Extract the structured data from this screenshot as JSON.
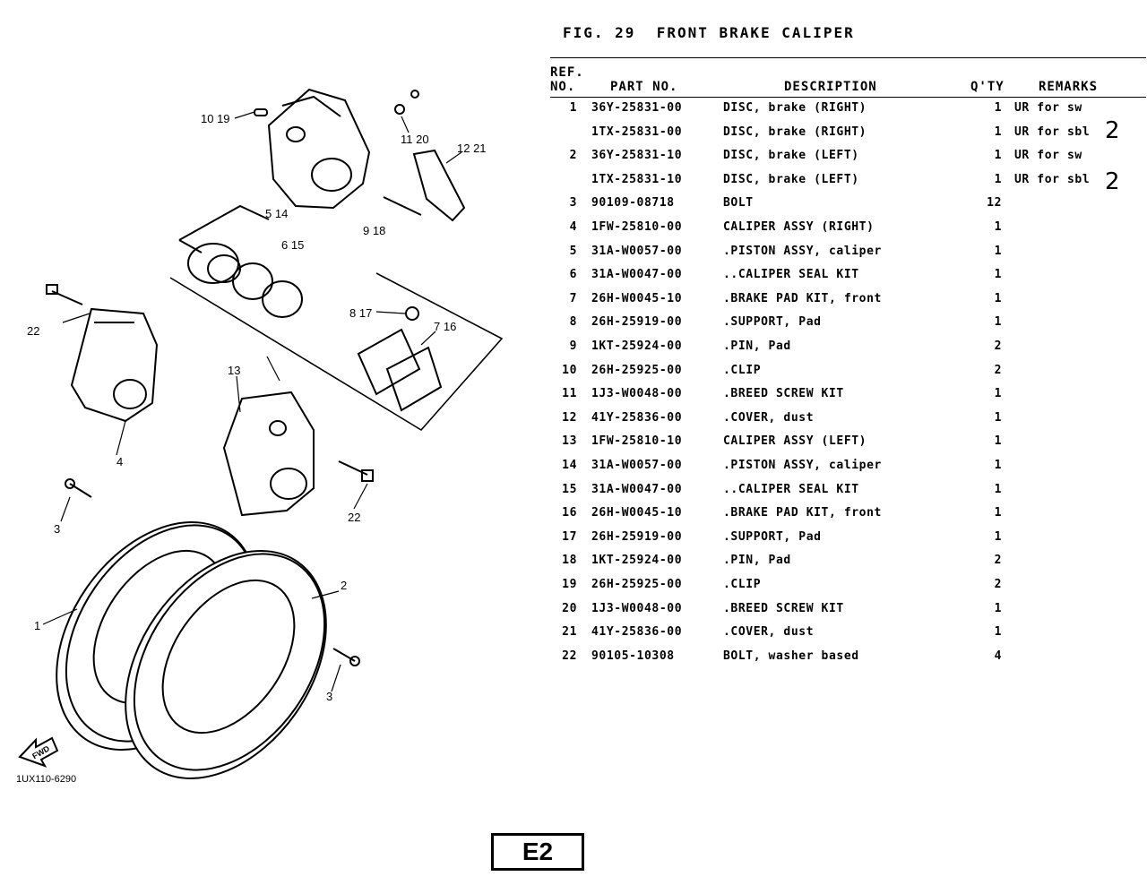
{
  "figure": {
    "title": "FIG. 29  FRONT BRAKE CALIPER"
  },
  "header": {
    "ref_line1": "REF.",
    "ref_line2": "NO.",
    "part_no": "PART NO.",
    "description": "DESCRIPTION",
    "qty": "Q'TY",
    "remarks": "REMARKS"
  },
  "rows": [
    {
      "ref": "1",
      "part": "36Y-25831-00",
      "desc": "DISC, brake (RIGHT)",
      "qty": "1",
      "remarks": "UR for sw"
    },
    {
      "ref": "",
      "part": "1TX-25831-00",
      "desc": "DISC, brake (RIGHT)",
      "qty": "1",
      "remarks": "UR for sbl"
    },
    {
      "ref": "2",
      "part": "36Y-25831-10",
      "desc": "DISC, brake (LEFT)",
      "qty": "1",
      "remarks": "UR for sw"
    },
    {
      "ref": "",
      "part": "1TX-25831-10",
      "desc": "DISC, brake (LEFT)",
      "qty": "1",
      "remarks": "UR for sbl"
    },
    {
      "ref": "3",
      "part": "90109-08718",
      "desc": "BOLT",
      "qty": "12",
      "remarks": ""
    },
    {
      "ref": "4",
      "part": "1FW-25810-00",
      "desc": "CALIPER ASSY (RIGHT)",
      "qty": "1",
      "remarks": ""
    },
    {
      "ref": "5",
      "part": "31A-W0057-00",
      "desc": ".PISTON ASSY, caliper",
      "qty": "1",
      "remarks": ""
    },
    {
      "ref": "6",
      "part": "31A-W0047-00",
      "desc": "..CALIPER SEAL KIT",
      "qty": "1",
      "remarks": ""
    },
    {
      "ref": "7",
      "part": "26H-W0045-10",
      "desc": ".BRAKE PAD KIT, front",
      "qty": "1",
      "remarks": ""
    },
    {
      "ref": "8",
      "part": "26H-25919-00",
      "desc": ".SUPPORT, Pad",
      "qty": "1",
      "remarks": ""
    },
    {
      "ref": "9",
      "part": "1KT-25924-00",
      "desc": ".PIN, Pad",
      "qty": "2",
      "remarks": ""
    },
    {
      "ref": "10",
      "part": "26H-25925-00",
      "desc": ".CLIP",
      "qty": "2",
      "remarks": ""
    },
    {
      "ref": "11",
      "part": "1J3-W0048-00",
      "desc": ".BREED SCREW KIT",
      "qty": "1",
      "remarks": ""
    },
    {
      "ref": "12",
      "part": "41Y-25836-00",
      "desc": ".COVER, dust",
      "qty": "1",
      "remarks": ""
    },
    {
      "ref": "13",
      "part": "1FW-25810-10",
      "desc": "CALIPER ASSY (LEFT)",
      "qty": "1",
      "remarks": ""
    },
    {
      "ref": "14",
      "part": "31A-W0057-00",
      "desc": ".PISTON ASSY, caliper",
      "qty": "1",
      "remarks": ""
    },
    {
      "ref": "15",
      "part": "31A-W0047-00",
      "desc": "..CALIPER SEAL KIT",
      "qty": "1",
      "remarks": ""
    },
    {
      "ref": "16",
      "part": "26H-W0045-10",
      "desc": ".BRAKE PAD KIT, front",
      "qty": "1",
      "remarks": ""
    },
    {
      "ref": "17",
      "part": "26H-25919-00",
      "desc": ".SUPPORT, Pad",
      "qty": "1",
      "remarks": ""
    },
    {
      "ref": "18",
      "part": "1KT-25924-00",
      "desc": ".PIN, Pad",
      "qty": "2",
      "remarks": ""
    },
    {
      "ref": "19",
      "part": "26H-25925-00",
      "desc": ".CLIP",
      "qty": "2",
      "remarks": ""
    },
    {
      "ref": "20",
      "part": "1J3-W0048-00",
      "desc": ".BREED SCREW KIT",
      "qty": "1",
      "remarks": ""
    },
    {
      "ref": "21",
      "part": "41Y-25836-00",
      "desc": ".COVER, dust",
      "qty": "1",
      "remarks": ""
    },
    {
      "ref": "22",
      "part": "90105-10308",
      "desc": "BOLT, washer based",
      "qty": "4",
      "remarks": ""
    }
  ],
  "handwritten_notes": [
    "2",
    "2"
  ],
  "diagram": {
    "callouts": [
      "10 19",
      "11 20",
      "12 21",
      "5 14",
      "6 15",
      "9 18",
      "8 17",
      "7 16",
      "22",
      "4",
      "13",
      "22",
      "3",
      "2",
      "1",
      "3"
    ],
    "fwd_label": "FWD",
    "drawing_code": "1UX110-6290"
  },
  "page_code": "E2"
}
